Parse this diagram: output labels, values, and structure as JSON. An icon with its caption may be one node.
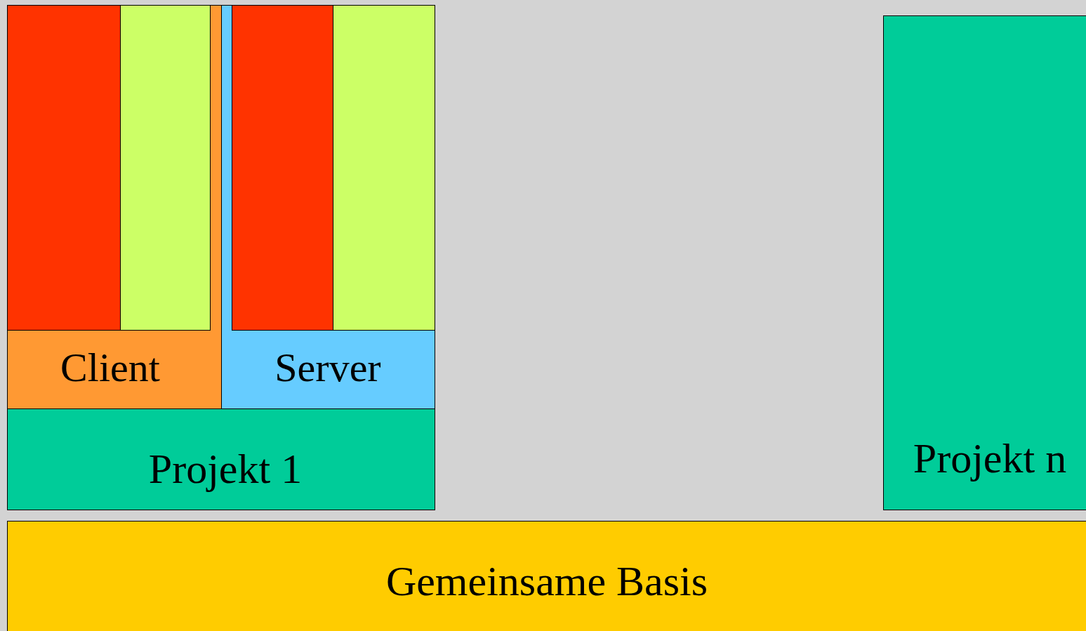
{
  "diagram": {
    "nodes": [
      {
        "text": [
          "Projekt 1"
        ]
      },
      {
        "text": [
          "Client"
        ],
        "in": 0
      },
      {
        "text": [],
        "shape": "box",
        "in": 1
      },
      {
        "text": [],
        "shape": "box",
        "in": 1
      },
      {
        "text": [
          "Server"
        ],
        "in": 0
      },
      {
        "text": [],
        "shape": "box",
        "in": 4
      },
      {
        "text": [],
        "shape": "box",
        "in": 4
      },
      {
        "text": [
          "Projekt n"
        ]
      },
      {
        "text": [
          "Gemeinsame Basis"
        ]
      }
    ]
  }
}
